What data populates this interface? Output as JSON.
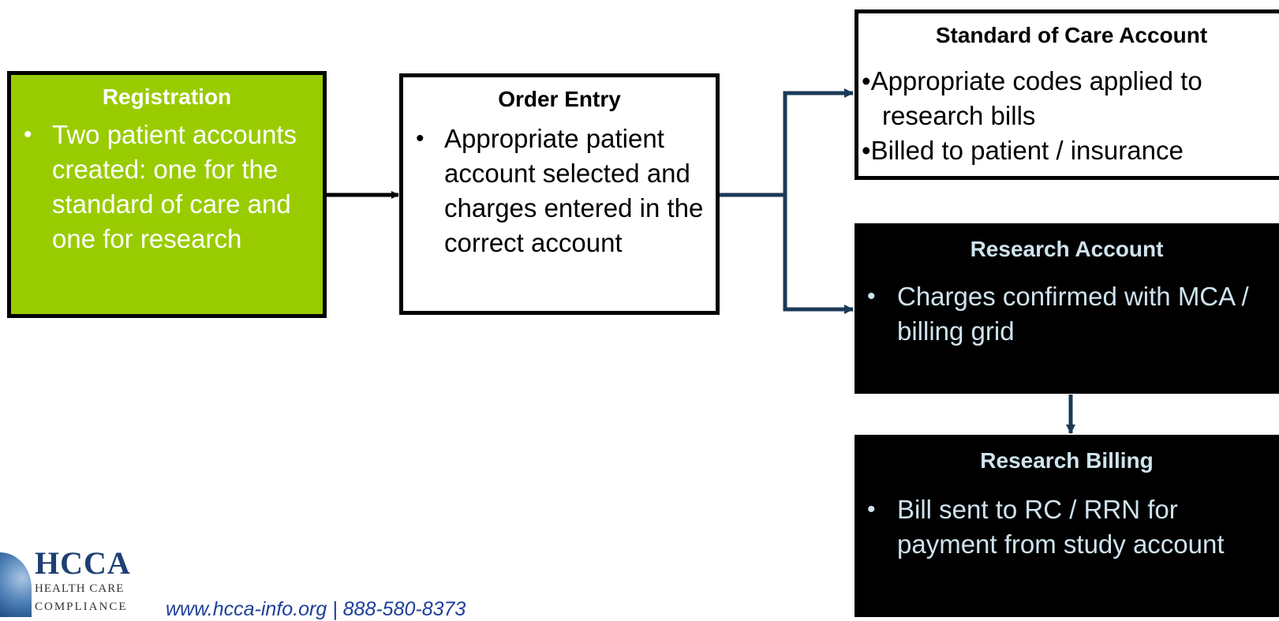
{
  "registration": {
    "title": "Registration",
    "bullets": [
      "Two patient accounts created: one for the standard of care and one for research"
    ]
  },
  "order_entry": {
    "title": "Order Entry",
    "bullets": [
      "Appropriate patient account selected and charges entered in the correct account"
    ]
  },
  "soc_account": {
    "title": "Standard of Care Account",
    "bullets": [
      "Appropriate codes applied to research bills",
      "Billed to patient / insurance"
    ]
  },
  "research_account": {
    "title": "Research Account",
    "bullets": [
      "Charges confirmed with MCA / billing grid"
    ]
  },
  "research_billing": {
    "title": "Research Billing",
    "bullets": [
      "Bill sent to RC / RRN for payment from study account"
    ]
  },
  "logo": {
    "name": "HCCA",
    "line1": "HEALTH CARE",
    "line2": "COMPLIANCE"
  },
  "footer": {
    "contact": "www.hcca-info.org | 888-580-8373"
  },
  "colors": {
    "registration_fill": "#99cc00",
    "research_fill": "#000000",
    "research_text": "#cfe3ee",
    "connector": "#1b3a57",
    "link_text": "#1d3f99"
  }
}
